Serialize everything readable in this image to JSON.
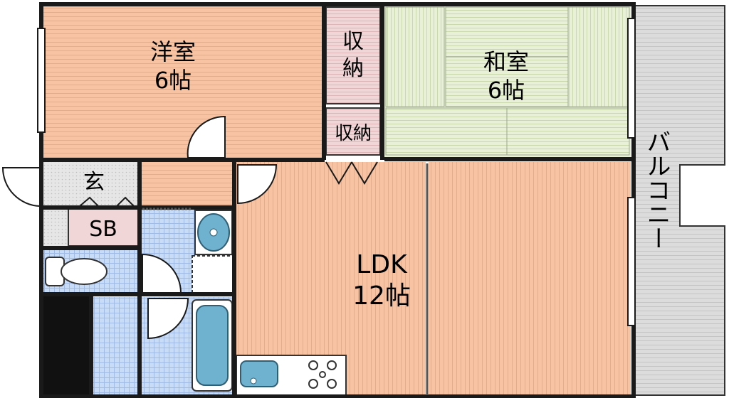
{
  "rooms": {
    "western": {
      "name": "洋室",
      "size": "6帖"
    },
    "japanese": {
      "name": "和室",
      "size": "6帖"
    },
    "storage_top": {
      "line1": "収",
      "line2": "納"
    },
    "storage_mid": {
      "name": "収納"
    },
    "entrance": {
      "name": "玄"
    },
    "shoe_box": {
      "name": "SB"
    },
    "ldk": {
      "name": "LDK",
      "size": "12帖"
    },
    "balcony": {
      "name": "バルコニー"
    }
  },
  "colors": {
    "wood_floor": "#f7c3a3",
    "wood_line": "#e9a98a",
    "tatami": "#e9f0d8",
    "tatami_line": "#c9d8ad",
    "storage": "#f1d6d8",
    "tile_blue": "#c8dcf7",
    "tile_line": "#9fbbe6",
    "fixture_blue": "#6fb2cf",
    "entrance_gray": "#e4e4e4",
    "balcony_gray": "#dcdcdc",
    "wall": "#1a1a1a"
  }
}
